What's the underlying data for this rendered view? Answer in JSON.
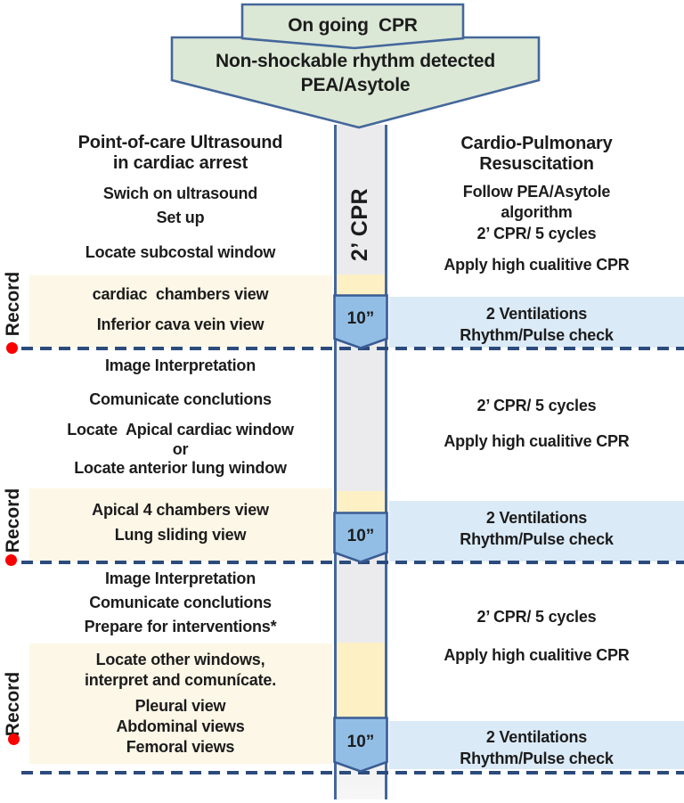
{
  "header": {
    "ongoing_cpr": "On going  CPR",
    "rhythm_line1": "Non-shockable rhythm detected",
    "rhythm_line2": "PEA/Asytole"
  },
  "timeline": {
    "bar_label": "2’ CPR",
    "pauses": [
      "10”",
      "10”",
      "10”"
    ]
  },
  "left": {
    "title1": "Point-of-care Ultrasound",
    "title2": "in cardiac arrest",
    "steps1": [
      "Swich on ultrasound",
      "Set up",
      "Locate subcostal window"
    ],
    "record1": {
      "label": "Record",
      "lines": [
        "cardiac  chambers view",
        "Inferior cava vein view"
      ]
    },
    "steps2": [
      "Image Interpretation",
      "Comunicate conclutions",
      "Locate  Apical cardiac window",
      "or",
      "Locate anterior lung window"
    ],
    "record2": {
      "label": "Record",
      "lines": [
        "Apical 4 chambers view",
        "Lung sliding view"
      ]
    },
    "steps3": [
      "Image Interpretation",
      "Comunicate conclutions",
      "Prepare for interventions*"
    ],
    "record3": {
      "label": "Record",
      "lines": [
        "Locate other windows,",
        "interpret and comunícate.",
        "Pleural view",
        "Abdominal views",
        "Femoral views"
      ]
    }
  },
  "right": {
    "title1": "Cardio-Pulmonary",
    "title2": "Resuscitation",
    "steps1": [
      "Follow PEA/Asytole",
      "algorithm",
      "2’ CPR/ 5 cycles",
      "Apply high cualitive CPR"
    ],
    "vent1": [
      "2 Ventilations",
      "Rhythm/Pulse check"
    ],
    "steps2": [
      "2’ CPR/ 5 cycles",
      "Apply high cualitive CPR"
    ],
    "vent2": [
      "2 Ventilations",
      "Rhythm/Pulse check"
    ],
    "steps3": [
      "2’ CPR/ 5 cycles",
      "Apply high cualitive CPR"
    ],
    "vent3": [
      "2 Ventilations",
      "Rhythm/Pulse check"
    ]
  },
  "colors": {
    "green_fill": "#dce8d6",
    "border_blue": "#44679b",
    "bar_gray": "#ebebed",
    "pause_yellow": "#fdf0c4",
    "pause_blue": "#92bee5",
    "chev_stroke": "#3a5c94",
    "record_cream": "#fdf7e7",
    "vent_blue": "#dbeaf7",
    "dash_navy": "#2b4b7c",
    "record_red": "#fb0000"
  }
}
